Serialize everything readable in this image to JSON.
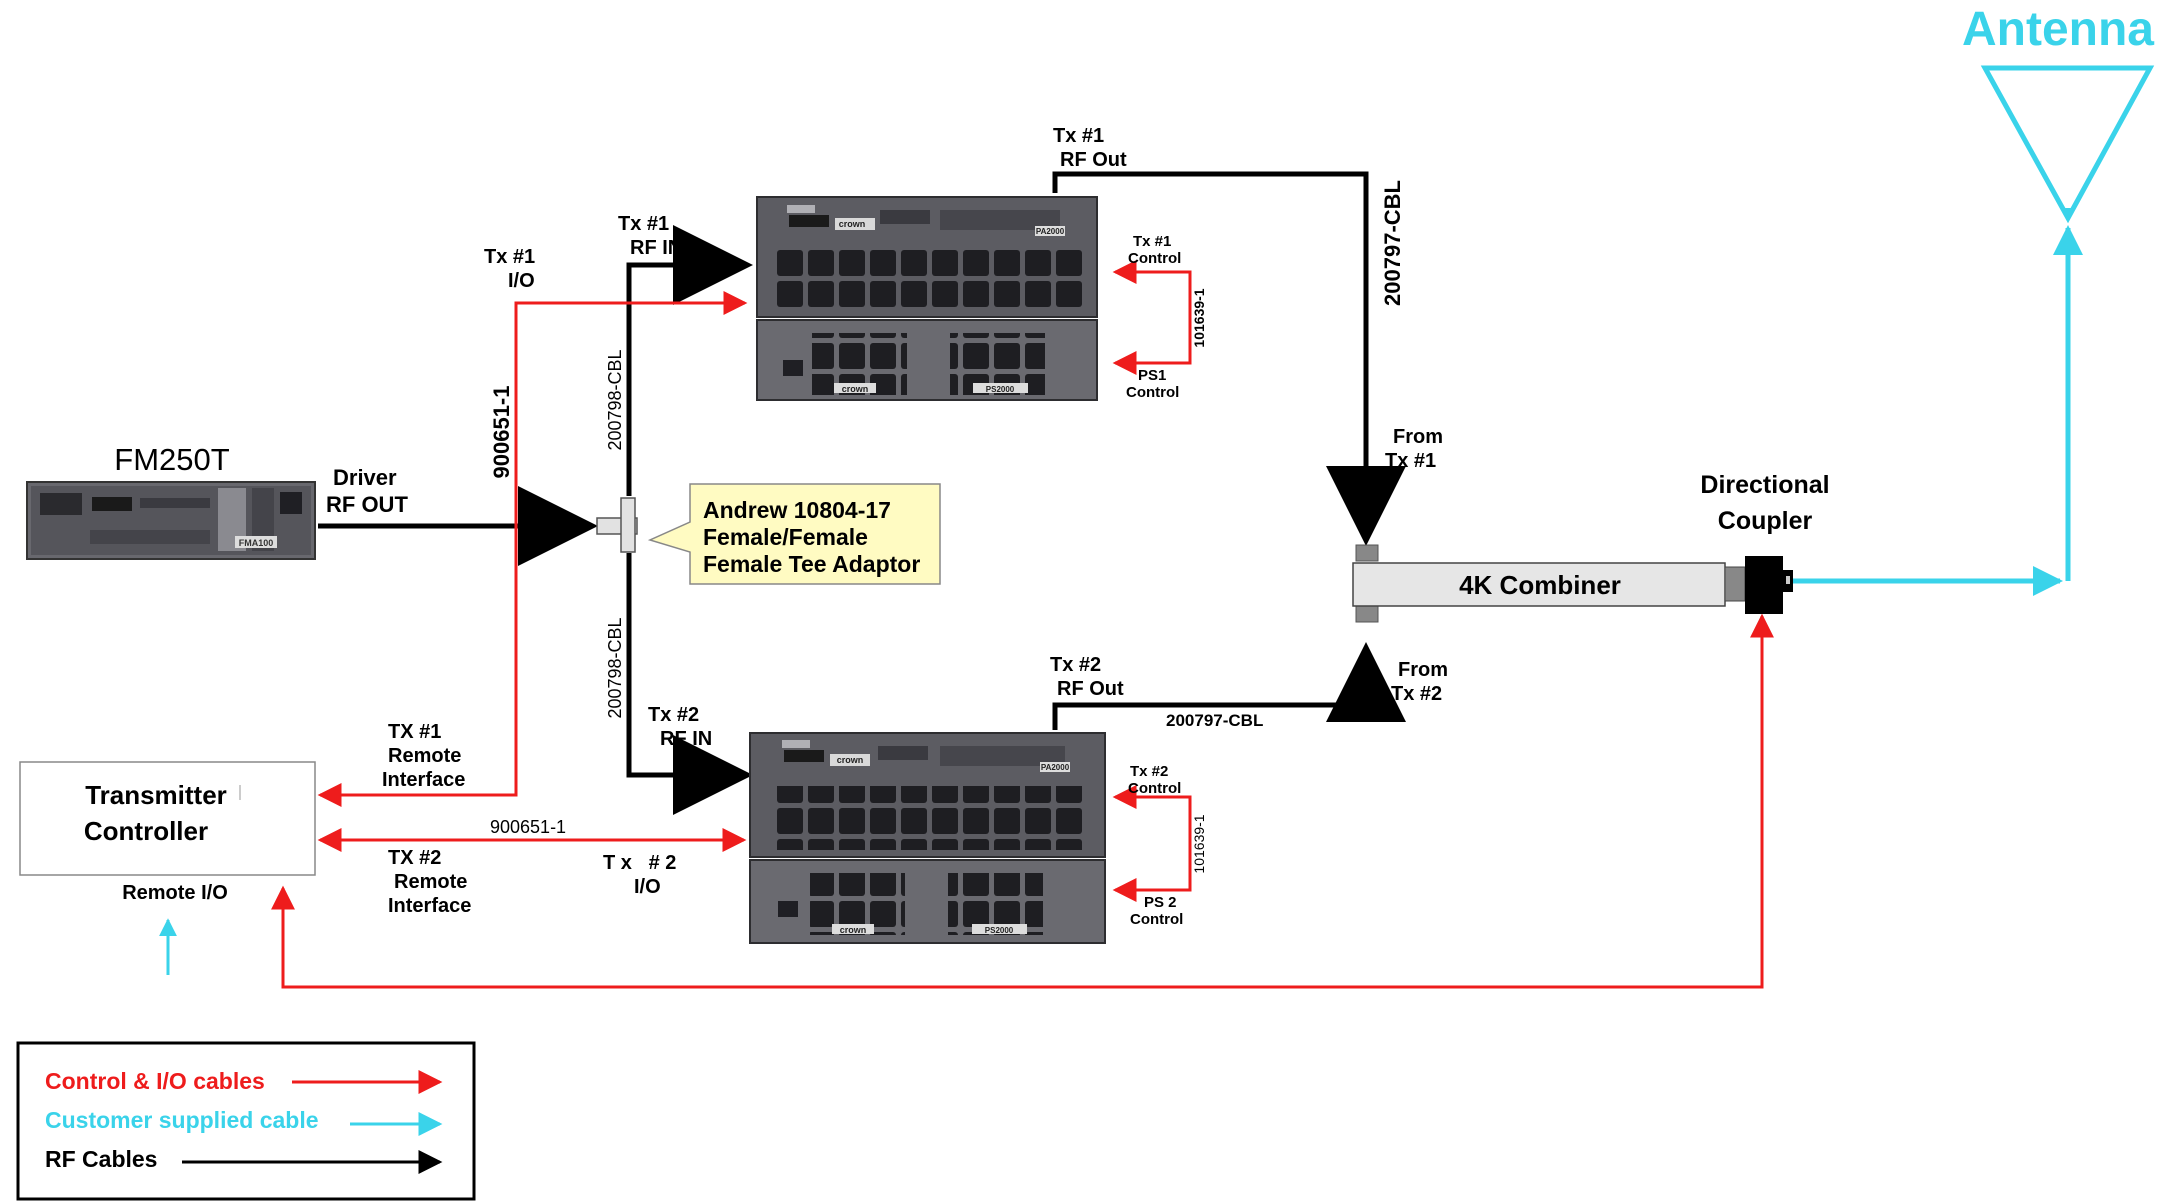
{
  "title": "Antenna",
  "colors": {
    "control": "#ee1c1c",
    "customer": "#3ad3ea",
    "rf": "#000000",
    "callout_bg": "#fffbc2"
  },
  "devices": {
    "fm250t": {
      "label": "FM250T",
      "badge": "FMA100"
    },
    "pa1": {
      "badge": "PA2000",
      "brand": "crown"
    },
    "ps1": {
      "badge": "PS2000",
      "brand": "crown"
    },
    "pa2": {
      "badge": "PA2000",
      "brand": "crown"
    },
    "ps2": {
      "badge": "PS2000",
      "brand": "crown"
    },
    "controller": {
      "line1": "Transmitter",
      "line2": "Controller",
      "remote": "Remote I/O"
    },
    "combiner": {
      "label": "4K Combiner"
    },
    "coupler": {
      "line1": "Directional",
      "line2": "Coupler"
    }
  },
  "callout": {
    "line1": "Andrew 10804-17",
    "line2": "Female/Female",
    "line3": "Female Tee Adaptor"
  },
  "labels": {
    "driver_1": "Driver",
    "driver_2": "RF OUT",
    "tx1_rfin_1": "Tx #1",
    "tx1_rfin_2": "RF IN",
    "tx1_io_1": "Tx #1",
    "tx1_io_2": "I/O",
    "tx1_rfout_1": "Tx #1",
    "tx1_rfout_2": "RF Out",
    "tx1_ctrl_1": "Tx #1",
    "tx1_ctrl_2": "Control",
    "ps1_ctrl_1": "PS1",
    "ps1_ctrl_2": "Control",
    "cbl_101639_a": "101639-1",
    "cbl_900651_v": "900651-1",
    "cbl_200798_a": "200798-CBL",
    "cbl_200798_b": "200798-CBL",
    "cbl_200797_v": "200797-CBL",
    "from_tx1_1": "From",
    "from_tx1_2": "Tx #1",
    "from_tx2_1": "From",
    "from_tx2_2": "Tx #2",
    "tx2_rfin_1": "Tx #2",
    "tx2_rfin_2": "RF IN",
    "tx2_rfout_1": "Tx #2",
    "tx2_rfout_2": "RF Out",
    "cbl_200797_h": "200797-CBL",
    "tx2_ctrl_1": "Tx #2",
    "tx2_ctrl_2": "Control",
    "cbl_101639_b": "101639-1",
    "ps2_ctrl_1": "PS 2",
    "ps2_ctrl_2": "Control",
    "tx1_remote_1": "TX #1",
    "tx1_remote_2": "Remote",
    "tx1_remote_3": "Interface",
    "tx2_remote_1": "TX #2",
    "tx2_remote_2": "Remote",
    "tx2_remote_3": "Interface",
    "cbl_900651_h": "900651-1",
    "tx2_io_1": "T x   # 2",
    "tx2_io_2": "I/O"
  },
  "legend": [
    {
      "label": "Control & I/O cables",
      "color": "#ee1c1c"
    },
    {
      "label": "Customer supplied cable",
      "color": "#3ad3ea"
    },
    {
      "label": "RF Cables",
      "color": "#000000"
    }
  ]
}
